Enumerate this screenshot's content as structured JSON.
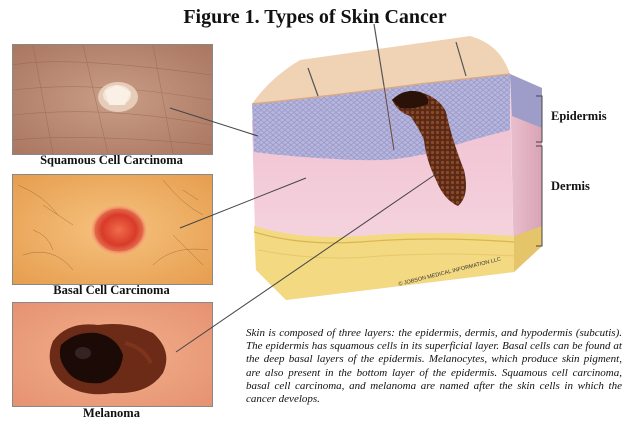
{
  "figure": {
    "title": "Figure 1. Types of Skin Cancer"
  },
  "photos": [
    {
      "caption": "Squamous Cell Carcinoma"
    },
    {
      "caption": "Basal Cell Carcinoma"
    },
    {
      "caption": "Melanoma"
    }
  ],
  "layers": {
    "epidermis": "Epidermis",
    "dermis": "Dermis"
  },
  "copyright": "© JOBSON MEDICAL INFORMATION LLC",
  "description": "Skin is composed of three layers: the epidermis, dermis, and hypodermis (subcutis). The epidermis has squamous cells in its superficial layer. Basal cells can be found at the deep basal layers of the epidermis. Melanocytes, which produce skin pigment, are also present in the bottom layer of the epidermis. Squamous cell carcinoma, basal cell carcinoma, and melanoma are named after the skin cells in which the cancer develops.",
  "colors": {
    "skin_surface": "#f0d2b4",
    "epidermis": "#b7b6dd",
    "dermis": "#efc5d3",
    "hypodermis": "#f3d982",
    "melanoma": "#5a2a16"
  }
}
